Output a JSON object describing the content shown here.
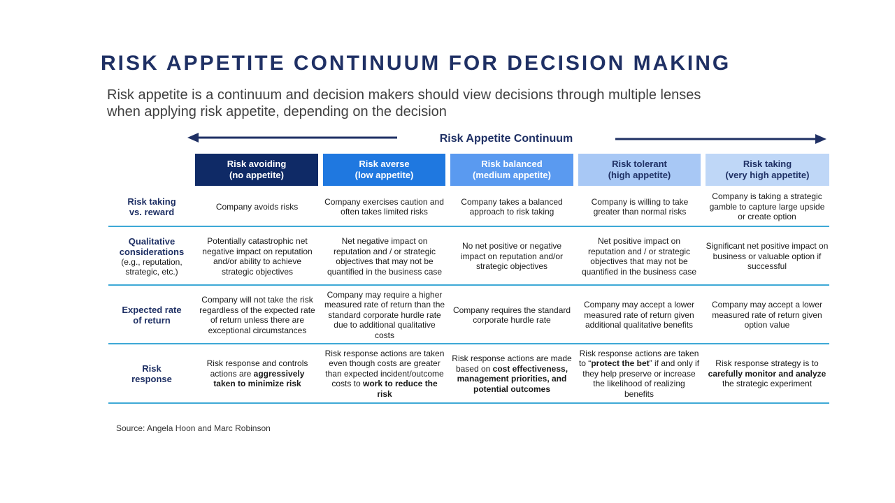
{
  "title": "RISK APPETITE CONTINUUM FOR DECISION MAKING",
  "subtitle": {
    "line1": "Risk appetite is a continuum and decision makers should view decisions through multiple lenses",
    "line2": "when applying risk appetite, depending on the decision"
  },
  "continuum_label": "Risk Appetite Continuum",
  "colors": {
    "title": "#1f3064",
    "col1": "#0f2a66",
    "col2": "#1f78e0",
    "col3": "#5a9af0",
    "col4": "#a8c8f5",
    "col5": "#bfd7f7",
    "separator": "#3ea9d6"
  },
  "columns": [
    {
      "line1": "Risk avoiding",
      "line2": "(no appetite)"
    },
    {
      "line1": "Risk averse",
      "line2": "(low appetite)"
    },
    {
      "line1": "Risk balanced",
      "line2": "(medium appetite)"
    },
    {
      "line1": "Risk tolerant",
      "line2": "(high appetite)"
    },
    {
      "line1": "Risk taking",
      "line2": "(very high appetite)"
    }
  ],
  "rows": [
    {
      "label_line1": "Risk taking",
      "label_line2": "vs. reward",
      "cells": [
        "Company avoids risks",
        "Company exercises caution and often takes limited risks",
        "Company takes a balanced approach to risk taking",
        "Company is willing to take greater than normal risks",
        "Company is taking a strategic gamble to capture large upside or create option"
      ]
    },
    {
      "label_line1": "Qualitative",
      "label_line2": "considerations",
      "label_sub1": "(e.g., reputation,",
      "label_sub2": "strategic, etc.)",
      "cells": [
        "Potentially catastrophic net negative impact on reputation and/or ability to achieve strategic objectives",
        "Net negative impact on reputation and / or strategic objectives that may not be quantified in the business case",
        "No net positive or negative impact on reputation and/or strategic objectives",
        "Net positive impact on reputation and / or strategic objectives that may not be quantified in the business case",
        "Significant net positive impact on business or valuable option if successful"
      ]
    },
    {
      "label_line1": "Expected rate",
      "label_line2": "of return",
      "cells": [
        "Company will not take the risk regardless of the expected rate of return unless there are exceptional circumstances",
        "Company may require a higher measured rate of return than the standard corporate hurdle rate due to additional qualitative costs",
        "Company requires the standard corporate hurdle rate",
        "Company may accept a lower measured rate of return given additional qualitative benefits",
        "Company may accept a lower measured rate of return given option value"
      ]
    },
    {
      "label_line1": "Risk",
      "label_line2": "response",
      "cells": [
        {
          "pre": "Risk response and controls actions are ",
          "bold": "aggressively taken to minimize risk",
          "post": ""
        },
        {
          "pre": "Risk response actions are taken even though costs are greater than expected incident/outcome costs to ",
          "bold": "work to reduce the risk",
          "post": ""
        },
        {
          "pre": "Risk response actions are made based on ",
          "bold": "cost effectiveness, management priorities, and potential outcomes",
          "post": ""
        },
        {
          "pre": "Risk response actions are taken to “",
          "bold": "protect the bet",
          "post": "” if and only if they help preserve or increase the likelihood of realizing benefits"
        },
        {
          "pre": "Risk response strategy is to ",
          "bold": "carefully monitor and analyze",
          "post": " the strategic experiment"
        }
      ]
    }
  ],
  "source": "Source: Angela Hoon and Marc Robinson"
}
